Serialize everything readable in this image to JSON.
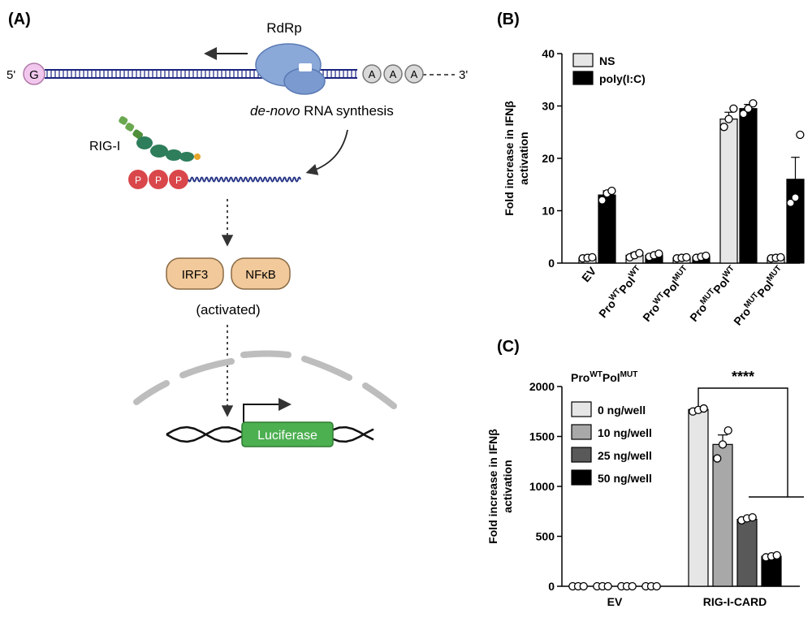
{
  "panelA": {
    "label": "(A)",
    "rdrp": "RdRp",
    "five_prime": "5'",
    "three_prime": "3'",
    "g": "G",
    "a": "A",
    "synthesis_italic": "de-novo",
    "synthesis_rest": " RNA synthesis",
    "rigi": "RIG-I",
    "p": "P",
    "irf3": "IRF3",
    "nfkb": "NFκB",
    "activated": "(activated)",
    "luciferase": "Luciferase",
    "colors": {
      "rdrp": "#8aa8d8",
      "g": "#f2c7ee",
      "a": "#d9d9d9",
      "p": "#d9474b",
      "tf": "#f1c99a",
      "luc": "#4caf50",
      "rig": "#2e7d5b"
    }
  },
  "panelB": {
    "label": "(B)",
    "chart_data": {
      "type": "bar",
      "ylabel": [
        "Fold increase in IFNβ",
        "activation"
      ],
      "ylim": [
        0,
        40
      ],
      "yticks": [
        0,
        10,
        20,
        30,
        40
      ],
      "categories": [
        {
          "main": "EV",
          "sup1": "",
          "mid": "",
          "sup2": ""
        },
        {
          "main": "Pro",
          "sup1": "WT",
          "mid": "Pol",
          "sup2": "WT"
        },
        {
          "main": "Pro",
          "sup1": "WT",
          "mid": "Pol",
          "sup2": "MUT"
        },
        {
          "main": "Pro",
          "sup1": "MUT",
          "mid": "Pol",
          "sup2": "WT"
        },
        {
          "main": "Pro",
          "sup1": "MUT",
          "mid": "Pol",
          "sup2": "MUT"
        }
      ],
      "series": [
        {
          "name": "NS",
          "color": "#e6e6e6",
          "values": [
            1,
            1.5,
            1,
            27.5,
            1
          ],
          "errors": [
            0.2,
            0.5,
            0.1,
            1.3,
            0.1
          ],
          "points": [
            [
              0.9,
              1.0,
              1.1
            ],
            [
              1.1,
              1.5,
              1.9
            ],
            [
              0.9,
              1.0,
              1.1
            ],
            [
              26,
              27.5,
              29.5
            ],
            [
              0.9,
              1.0,
              1.1
            ]
          ]
        },
        {
          "name": "poly(I:C)",
          "color": "#000000",
          "values": [
            13,
            1.5,
            1.2,
            29.5,
            16
          ],
          "errors": [
            0.8,
            0.3,
            0.2,
            0.8,
            4.2
          ],
          "points": [
            [
              12,
              13.3,
              13.8
            ],
            [
              1.2,
              1.5,
              1.8
            ],
            [
              1.0,
              1.2,
              1.4
            ],
            [
              28.5,
              29.5,
              30.5
            ],
            [
              11.5,
              12.5,
              24.5
            ]
          ]
        }
      ],
      "legend": "top-left"
    }
  },
  "panelC": {
    "label": "(C)",
    "legend_title": {
      "main": "Pro",
      "sup1": "WT",
      "mid": "Pol",
      "sup2": "MUT"
    },
    "significance": "****",
    "chart_data": {
      "type": "bar",
      "ylabel": [
        "Fold increase in IFNβ",
        "activation"
      ],
      "ylim": [
        0,
        2000
      ],
      "yticks": [
        0,
        500,
        1000,
        1500,
        2000
      ],
      "categories": [
        "EV",
        "RIG-I-CARD"
      ],
      "series": [
        {
          "name": "0 ng/well",
          "color": "#e6e6e6",
          "values": [
            0,
            1770
          ],
          "errors": [
            0,
            15
          ],
          "points": [
            [
              0,
              0,
              0
            ],
            [
              1750,
              1765,
              1780
            ]
          ]
        },
        {
          "name": "10 ng/well",
          "color": "#a8a8a8",
          "values": [
            0,
            1420
          ],
          "errors": [
            0,
            95
          ],
          "points": [
            [
              0,
              0,
              0
            ],
            [
              1280,
              1420,
              1560
            ]
          ]
        },
        {
          "name": "25 ng/well",
          "color": "#595959",
          "values": [
            0,
            670
          ],
          "errors": [
            0,
            15
          ],
          "points": [
            [
              0,
              0,
              0
            ],
            [
              660,
              680,
              690
            ]
          ]
        },
        {
          "name": "50 ng/well",
          "color": "#000000",
          "values": [
            0,
            300
          ],
          "errors": [
            0,
            10
          ],
          "points": [
            [
              0,
              0,
              0
            ],
            [
              290,
              300,
              310
            ]
          ]
        }
      ],
      "legend": "top-left"
    }
  }
}
